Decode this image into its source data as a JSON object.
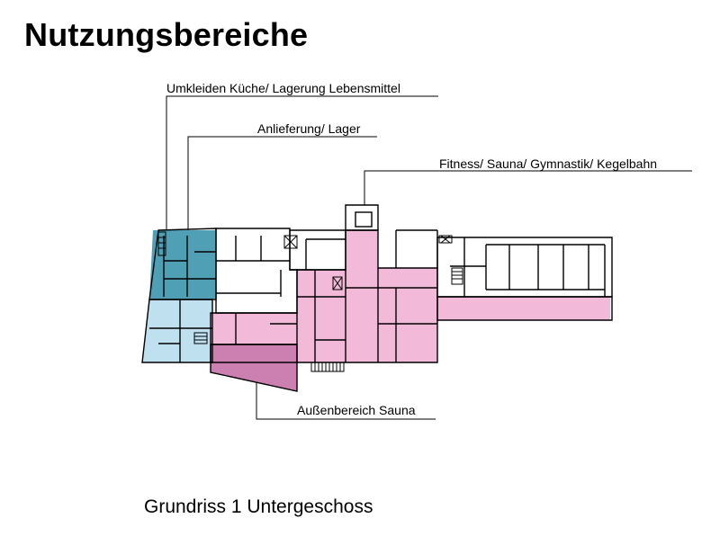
{
  "title": "Nutzungsbereiche",
  "labels": {
    "umkleiden": "Umkleiden Küche/ Lagerung Lebensmittel",
    "anlieferung": "Anlieferung/ Lager",
    "fitness": "Fitness/ Sauna/ Gymnastik/ Kegelbahn",
    "aussenbereich": "Außenbereich Sauna"
  },
  "caption": "Grundriss 1 Untergeschoss",
  "colors": {
    "kueche_lager": "#4f9fb5",
    "anlieferung_lager": "#bfe1ef",
    "fitness_sauna": "#f3b9d8",
    "aussenbereich": "#cc7fb1",
    "walls": "#000000"
  }
}
